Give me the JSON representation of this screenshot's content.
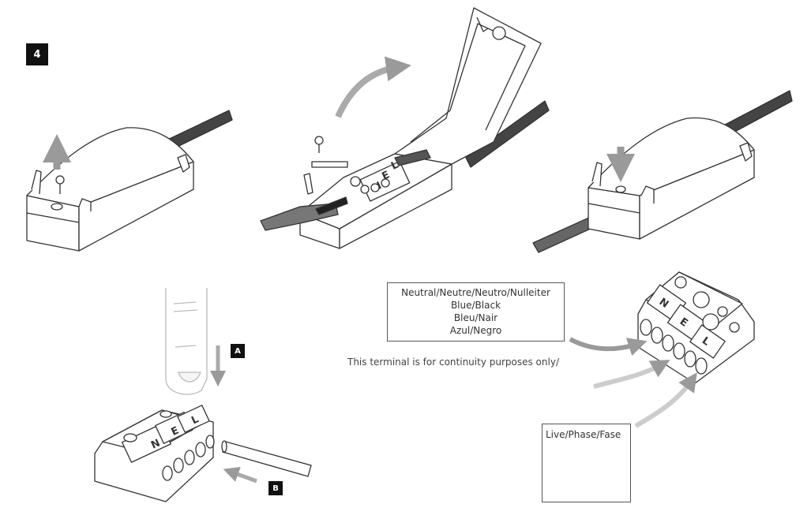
{
  "step": {
    "number": "4"
  },
  "markers": {
    "a": "A",
    "b": "B"
  },
  "terminal_letters": {
    "neutral": "N",
    "earth": "E",
    "live": "L"
  },
  "labels": {
    "neutral": {
      "line1": "Neutral/Neutre/Neutro/Nulleiter",
      "line2": "Blue/Black",
      "line3": "Bleu/Nair",
      "line4": "Azul/Negro"
    },
    "continuity": "This terminal is for continuity purposes only/",
    "live": "Live/Phase/Fase"
  },
  "colors": {
    "outline": "#333333",
    "cable": "#444444",
    "arrow": "#9a9a9a",
    "badge": "#111111"
  }
}
